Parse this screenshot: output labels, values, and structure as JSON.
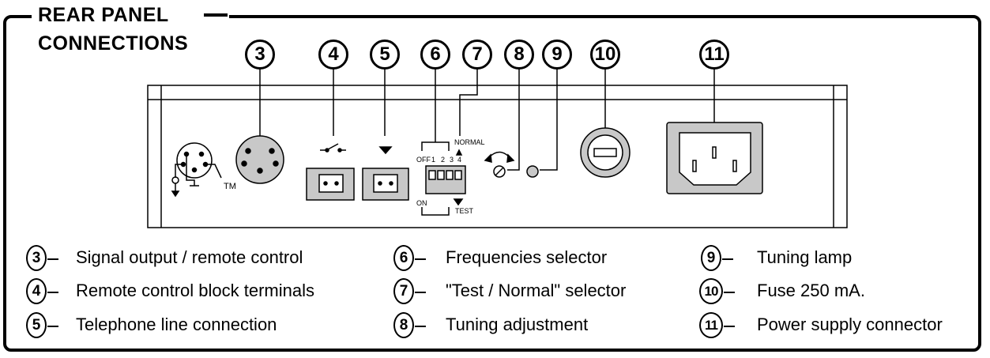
{
  "title": {
    "line1": "REAR PANEL",
    "line2": "CONNECTIONS"
  },
  "callouts": [
    "3",
    "4",
    "5",
    "6",
    "7",
    "8",
    "9",
    "10",
    "11"
  ],
  "panel": {
    "tm_label": "TM",
    "dip_off_label": "OFF",
    "dip_numbers": [
      "1",
      "2",
      "3",
      "4"
    ],
    "normal_label": "NORMAL",
    "on_label": "ON",
    "test_label": "TEST"
  },
  "legend": [
    {
      "num": "3",
      "text": "Signal output / remote control"
    },
    {
      "num": "4",
      "text": "Remote control block terminals"
    },
    {
      "num": "5",
      "text": "Telephone line connection"
    },
    {
      "num": "6",
      "text": "Frequencies selector"
    },
    {
      "num": "7",
      "text": "\"Test / Normal\" selector"
    },
    {
      "num": "8",
      "text": "Tuning adjustment"
    },
    {
      "num": "9",
      "text": "Tuning lamp"
    },
    {
      "num": "10",
      "text": "Fuse 250 mA."
    },
    {
      "num": "11",
      "text": "Power supply connector"
    }
  ]
}
